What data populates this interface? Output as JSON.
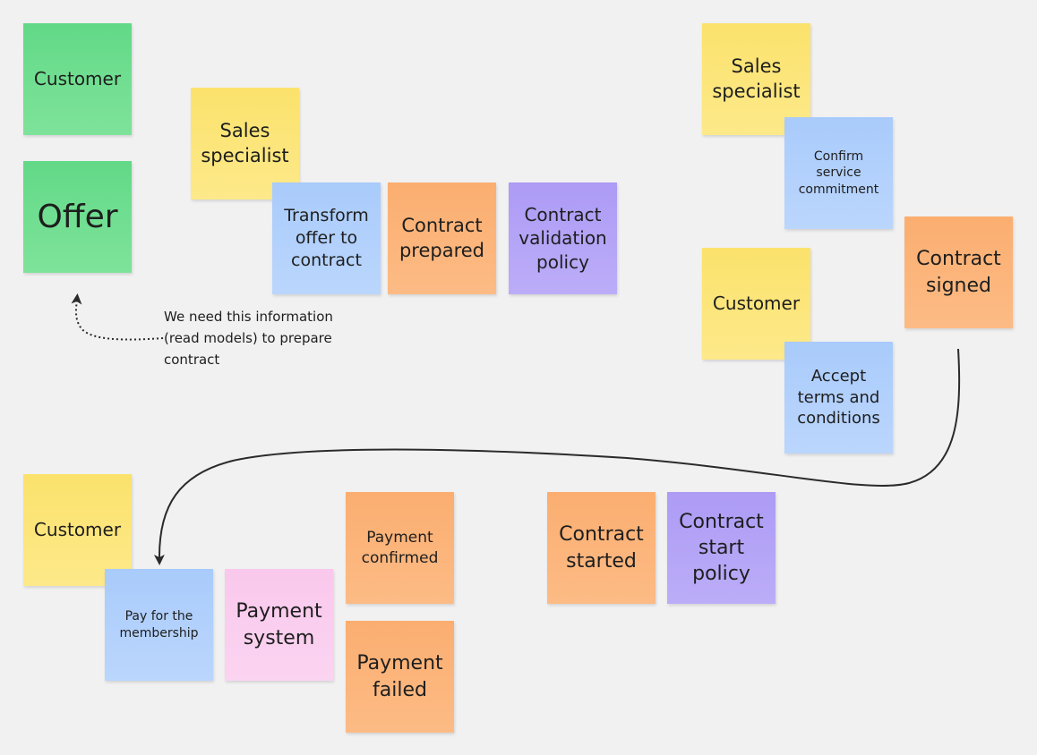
{
  "board": {
    "notes": {
      "customer_top": "Customer",
      "offer": "Offer",
      "sales_specialist_1": "Sales\nspecialist",
      "transform_offer": "Transform\noffer to\ncontract",
      "contract_prepared": "Contract\nprepared",
      "contract_validation_policy": "Contract\nvalidation\npolicy",
      "sales_specialist_2": "Sales\nspecialist",
      "confirm_service": "Confirm\nservice\ncommitment",
      "customer_right": "Customer",
      "contract_signed": "Contract\nsigned",
      "accept_terms": "Accept\nterms and\nconditions",
      "customer_bottom": "Customer",
      "pay_membership": "Pay for the\nmembership",
      "payment_system": "Payment\nsystem",
      "payment_confirmed": "Payment\nconfirmed",
      "payment_failed": "Payment\nfailed",
      "contract_started": "Contract\nstarted",
      "contract_start_policy": "Contract\nstart\npolicy"
    },
    "comment": "We need this information\n(read models) to prepare\ncontract"
  },
  "colors": {
    "green": "#62d987",
    "yellow": "#fbe26c",
    "blue": "#a9cbfb",
    "orange": "#fbae70",
    "purple": "#ad9bf5",
    "pink": "#f9c8ec",
    "connector": "#2b2b2b"
  }
}
